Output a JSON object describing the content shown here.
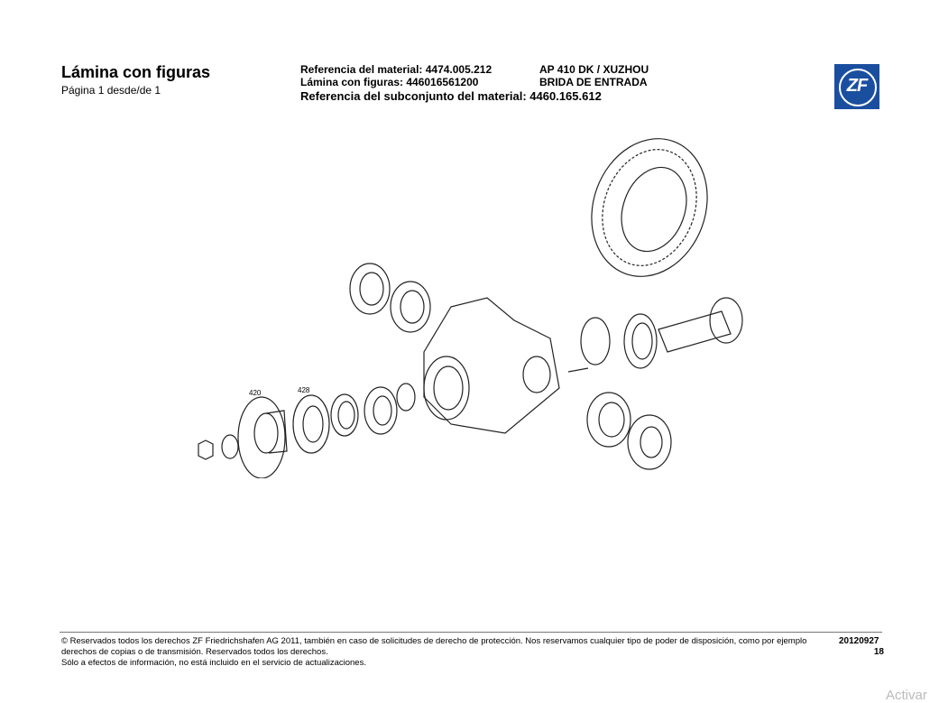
{
  "header": {
    "title": "Lámina con figuras",
    "page": "Página 1 desde/de 1",
    "material_ref": "Referencia del material: 4474.005.212",
    "figure_sheet": "Lámina con figuras: 446016561200",
    "subassembly_ref": "Referencia del subconjunto del material: 4460.165.612",
    "model": "AP 410 DK / XUZHOU",
    "part_name": "BRIDA DE ENTRADA",
    "logo": "ZF"
  },
  "diagram": {
    "labels": [
      "420",
      "428"
    ]
  },
  "footer": {
    "copyright": "© Reservados todos los derechos ZF Friedrichshafen AG 2011, también en caso de solicitudes de derecho de protección. Nos reservamos cualquier tipo de poder de disposición, como por ejemplo derechos de copias o de transmisión. Reservados todos los derechos.",
    "info": "Sólo a efectos de información, no está incluido en el servicio de actualizaciones.",
    "date": "20120927",
    "number": "18"
  },
  "watermark": "Activar"
}
